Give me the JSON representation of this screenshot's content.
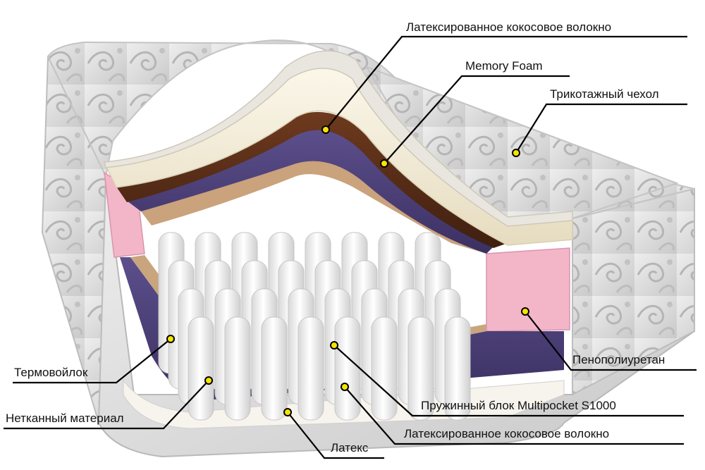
{
  "labels": {
    "top_coir": "Латексированное  кокосовое волокно",
    "memory_foam": "Memory Foam",
    "cover": "Трикотажный чехол",
    "felt": "Термовойлок",
    "nonwoven": "Нетканный материал",
    "pu_foam": "Пенополиуретан",
    "spring_block": "Пружинный блок Multipocket S1000",
    "bottom_coir": "Латексированное  кокосовое волокно",
    "latex": "Латекс"
  },
  "colors": {
    "fabric": "#d9d9d9",
    "fabric_dark": "#a8a8a8",
    "memory_foam": "#f2ecd8",
    "coir": "#5a2e18",
    "felt": "#4b3f78",
    "nonwoven": "#c9a57e",
    "pu_foam": "#f3b6c9",
    "springs": "#f2f2f2",
    "marker": "#f5e400",
    "line": "#000000"
  }
}
